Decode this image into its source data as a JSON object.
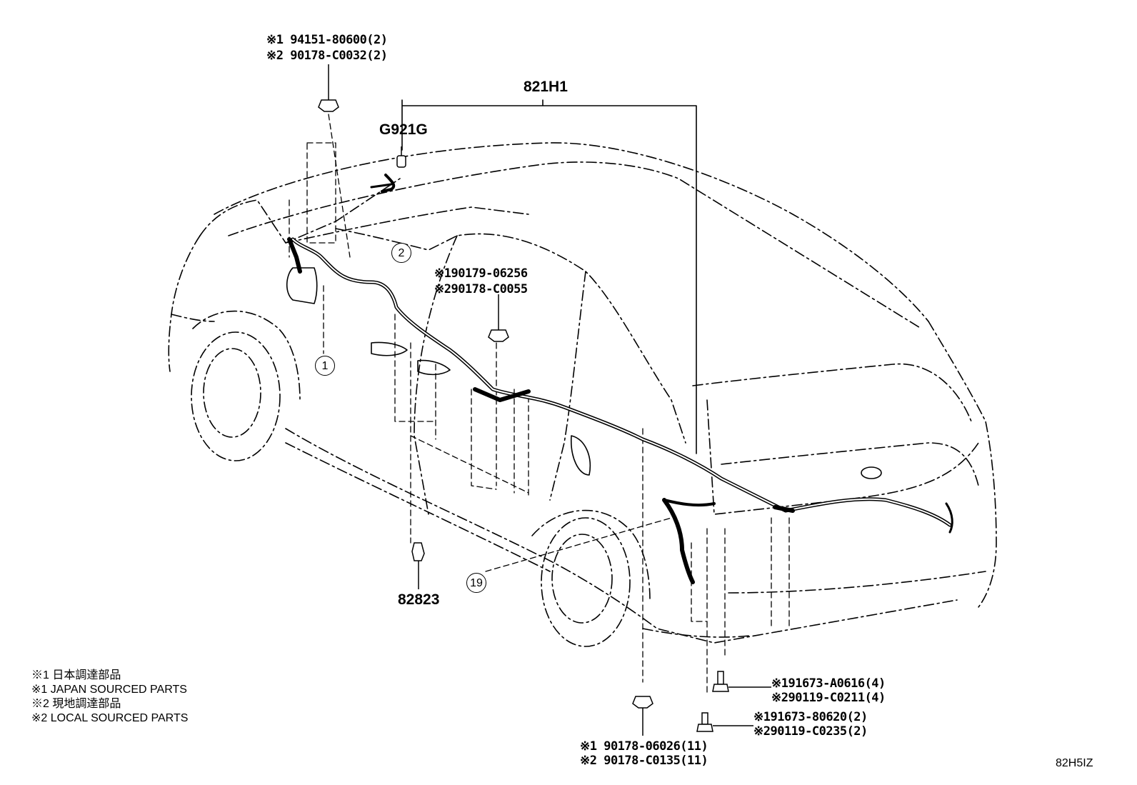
{
  "diagram_code": "82H5IZ",
  "assembly_label": "821H1",
  "parts": {
    "g921g": "G921G",
    "p82823": "82823"
  },
  "fasteners": {
    "top_left": {
      "line1": "※1 94151-80600(2)",
      "line2": "※2 90178-C0032(2)"
    },
    "middle": {
      "line1": "※190179-06256",
      "line2": "※290178-C0055"
    },
    "bottom_center": {
      "line1": "※1 90178-06026(11)",
      "line2": "※2 90178-C0135(11)"
    },
    "right_upper": {
      "line1": "※191673-A0616(4)",
      "line2": "※290119-C0211(4)"
    },
    "right_lower": {
      "line1": "※191673-80620(2)",
      "line2": "※290119-C0235(2)"
    }
  },
  "callouts": {
    "c1": "1",
    "c2": "2",
    "c19": "19"
  },
  "legend": [
    "※1 日本調達部品",
    "※1 JAPAN SOURCED PARTS",
    "※2 現地調達部品",
    "※2 LOCAL SOURCED PARTS"
  ]
}
